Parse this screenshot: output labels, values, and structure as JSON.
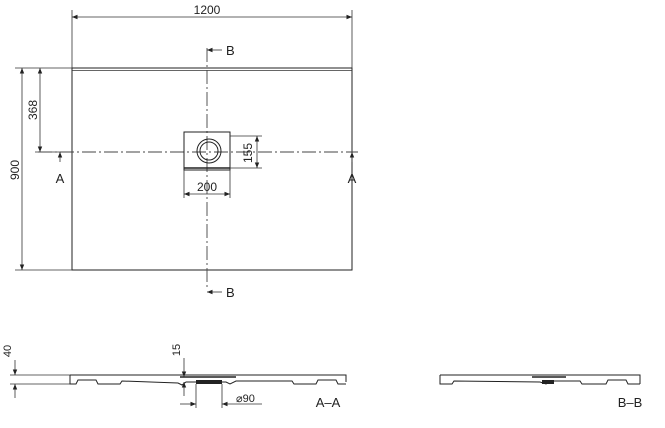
{
  "plan": {
    "width_label": "1200",
    "depth_label": "900",
    "drain_offset_label": "368",
    "drain_box_width_label": "200",
    "drain_box_height_label": "155",
    "section_a_label": "A",
    "section_b_label": "B"
  },
  "section_aa": {
    "height_label": "40",
    "drain_depth_label": "15",
    "drain_diameter_label": "⌀90",
    "title": "A–A"
  },
  "section_bb": {
    "title": "B–B"
  }
}
